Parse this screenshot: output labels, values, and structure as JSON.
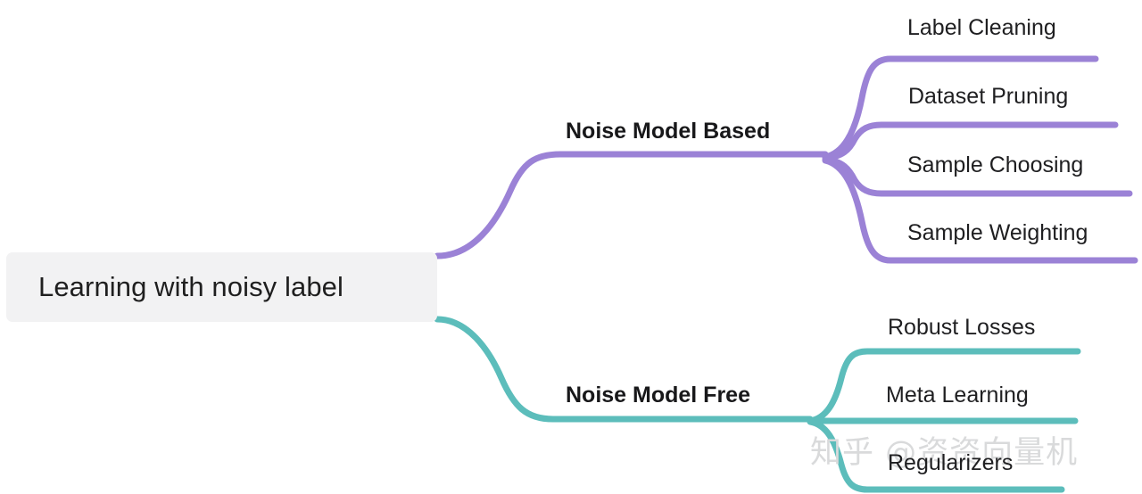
{
  "diagram": {
    "type": "mindmap",
    "title": "Learning with noisy label",
    "root": {
      "label": "Learning with noisy label",
      "background_color": "#f2f2f3",
      "text_color": "#1f1f1f"
    },
    "branches": [
      {
        "label": "Noise Model Based",
        "color": "#9b82d6",
        "children": [
          {
            "label": "Label Cleaning"
          },
          {
            "label": "Dataset Pruning"
          },
          {
            "label": "Sample Choosing"
          },
          {
            "label": "Sample Weighting"
          }
        ]
      },
      {
        "label": "Noise Model Free",
        "color": "#5cbdbb",
        "children": [
          {
            "label": "Robust Losses"
          },
          {
            "label": "Meta Learning"
          },
          {
            "label": "Regularizers"
          }
        ]
      }
    ]
  },
  "watermark": {
    "text": "知乎 @资资向量机",
    "color": "#d9dadb"
  }
}
